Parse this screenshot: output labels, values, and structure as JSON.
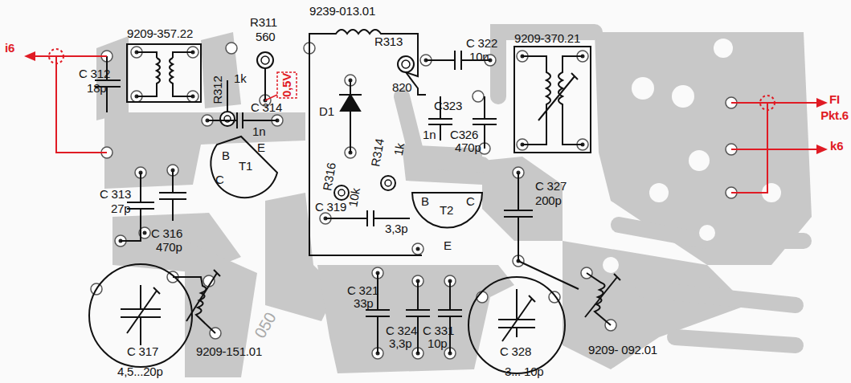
{
  "diagram": {
    "labels": [
      "i6",
      "9209-357.22",
      "C 312",
      "18p",
      "R311",
      "560",
      "0,5V",
      "R312",
      "1k",
      "9239-013.01",
      "R313",
      "820",
      "D1",
      "C 322",
      "10n",
      "9209-370.21",
      "C323",
      "1n",
      "C326",
      "470p",
      "C 314",
      "1n",
      "R316",
      "10k",
      "R314",
      "1k",
      "FI",
      "Pkt.6",
      "k6",
      "C 313",
      "27p",
      "B",
      "E",
      "C",
      "T1",
      "C 316",
      "470p",
      "C 319",
      "3,3p",
      "B",
      "C",
      "T2",
      "E",
      "C 327",
      "200p",
      "C 317",
      "4,5...20p",
      "9209-151.01",
      "C 321",
      "33p",
      "C 324",
      "3,3p",
      "C 331",
      "10p",
      "C 328",
      "3... 10p",
      "9209- 092.01",
      "050"
    ]
  }
}
